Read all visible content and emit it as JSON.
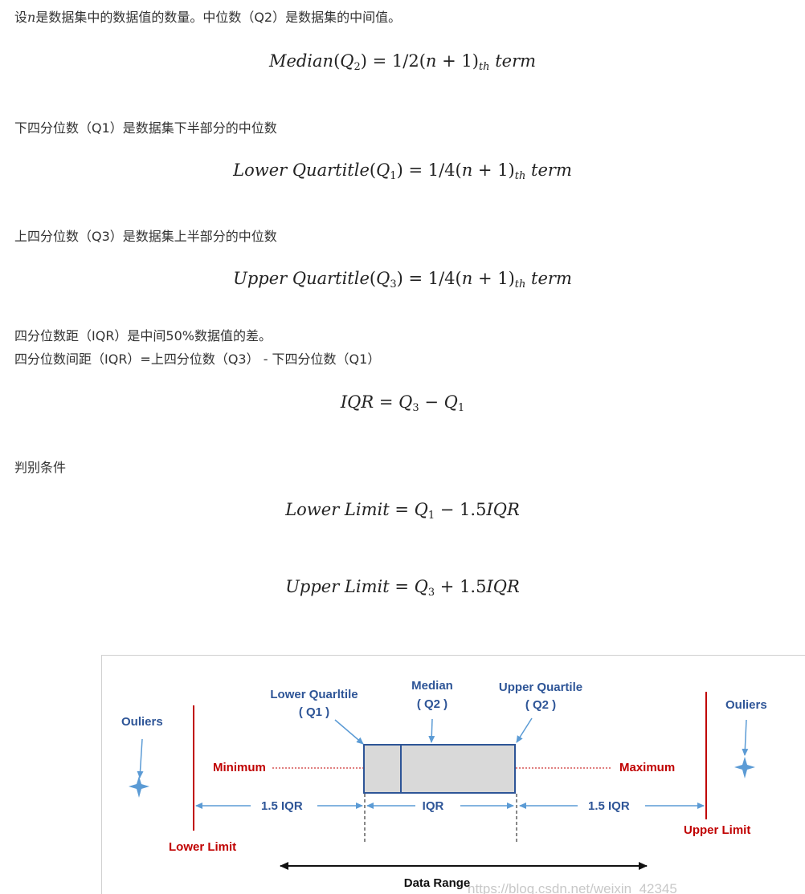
{
  "paragraphs": {
    "median_intro_pre": "设",
    "median_intro_var": "n",
    "median_intro_post": "是数据集中的数据值的数量。中位数（Q2）是数据集的中间值。",
    "q1_intro": "下四分位数（Q1）是数据集下半部分的中位数",
    "q3_intro": "上四分位数（Q3）是数据集上半部分的中位数",
    "iqr_intro_1": "四分位数距（IQR）是中间50%数据值的差。",
    "iqr_intro_2": "四分位数间距（IQR）=上四分位数（Q3） - 下四分位数（Q1）",
    "criteria": "判别条件"
  },
  "formulas": {
    "median": {
      "lhs": "Median",
      "arg_base": "Q",
      "arg_sub": "2",
      "rhs_pre": " = 1/2(",
      "rhs_n": "n",
      "rhs_mid": " + 1)",
      "rhs_sub": "th",
      "rhs_term": " term"
    },
    "q1": {
      "lhs": "Lower Quartitle",
      "arg_base": "Q",
      "arg_sub": "1",
      "rhs_pre": " = 1/4(",
      "rhs_n": "n",
      "rhs_mid": " + 1)",
      "rhs_sub": "th",
      "rhs_term": " term"
    },
    "q3": {
      "lhs": "Upper Quartitle",
      "arg_base": "Q",
      "arg_sub": "3",
      "rhs_pre": " = 1/4(",
      "rhs_n": "n",
      "rhs_mid": " + 1)",
      "rhs_sub": "th",
      "rhs_term": " term"
    },
    "iqr": {
      "lhs": "IQR",
      "eq": " = ",
      "a_base": "Q",
      "a_sub": "3",
      "op": " − ",
      "b_base": "Q",
      "b_sub": "1"
    },
    "lower_limit": {
      "lhs": "Lower Limit",
      "eq": " = ",
      "a_base": "Q",
      "a_sub": "1",
      "op": " − 1.5",
      "tail": "IQR"
    },
    "upper_limit": {
      "lhs": "Upper Limit",
      "eq": " = ",
      "a_base": "Q",
      "a_sub": "3",
      "op": " + 1.5",
      "tail": "IQR"
    }
  },
  "diagram": {
    "outliers_left": "Ouliers",
    "outliers_right": "Ouliers",
    "lower_quartile_1": "Lower Quarltile",
    "lower_quartile_2": "( Q1 )",
    "median_1": "Median",
    "median_2": "( Q2 )",
    "upper_quartile_1": "Upper Quartile",
    "upper_quartile_2": "( Q2 )",
    "minimum": "Minimum",
    "maximum": "Maximum",
    "iqr_left": "1.5 IQR",
    "iqr_mid": "IQR",
    "iqr_right": "1.5 IQR",
    "lower_limit": "Lower Limit",
    "upper_limit": "Upper Limit",
    "data_range": "Data Range",
    "watermark": "https://blog.csdn.net/weixin_42345",
    "colors": {
      "blue_label": "#2e5597",
      "red": "#c00000",
      "arrow": "#5b9bd5",
      "box_fill": "#d9d9d9",
      "box_stroke": "#2e5597"
    }
  }
}
